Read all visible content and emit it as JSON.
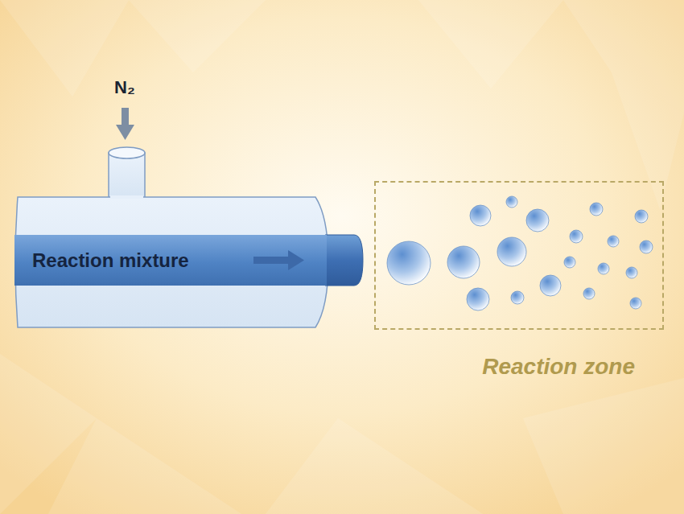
{
  "diagram": {
    "nodes": [
      {
        "text": [
          "Reaction mixture"
        ]
      },
      {
        "text": [
          "Reaction zone"
        ]
      }
    ],
    "labels": [
      "N₂"
    ]
  }
}
